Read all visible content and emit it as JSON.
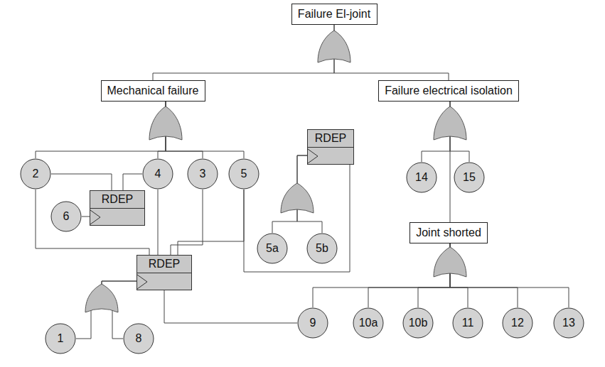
{
  "diagram": {
    "nodes": [
      {
        "text": [
          "Failure El-joint"
        ]
      },
      {
        "text": [
          "Mechanical failure"
        ]
      },
      {
        "text": [
          "Failure electrical isolation"
        ]
      },
      {
        "text": [
          "2"
        ]
      },
      {
        "text": [
          "4"
        ]
      },
      {
        "text": [
          "3"
        ]
      },
      {
        "text": [
          "5"
        ]
      },
      {
        "text": [
          "RDEP"
        ]
      },
      {
        "text": [
          "14"
        ]
      },
      {
        "text": [
          "15"
        ]
      },
      {
        "text": [
          "RDEP"
        ]
      },
      {
        "text": [
          "6"
        ]
      },
      {
        "text": [
          "Joint shorted"
        ]
      },
      {
        "text": [
          "5a"
        ]
      },
      {
        "text": [
          "5b"
        ]
      },
      {
        "text": [
          "RDEP"
        ]
      },
      {
        "text": [
          "9"
        ]
      },
      {
        "text": [
          "10a"
        ]
      },
      {
        "text": [
          "10b"
        ]
      },
      {
        "text": [
          "11"
        ]
      },
      {
        "text": [
          "12"
        ]
      },
      {
        "text": [
          "13"
        ]
      },
      {
        "text": [
          "1"
        ]
      },
      {
        "text": [
          "8"
        ]
      }
    ],
    "edges": [
      {
        "from": 0,
        "to": 1,
        "arrow": "none"
      },
      {
        "from": 0,
        "to": 2,
        "arrow": "none"
      },
      {
        "from": 1,
        "to": 3,
        "arrow": "none"
      },
      {
        "from": 1,
        "to": 4,
        "arrow": "none"
      },
      {
        "from": 1,
        "to": 5,
        "arrow": "none"
      },
      {
        "from": 1,
        "to": 6,
        "arrow": "none"
      },
      {
        "from": 2,
        "to": 8,
        "arrow": "none"
      },
      {
        "from": 2,
        "to": 9,
        "arrow": "none"
      },
      {
        "from": 2,
        "to": 12,
        "arrow": "none"
      },
      {
        "from": 12,
        "to": 16,
        "arrow": "none"
      },
      {
        "from": 12,
        "to": 17,
        "arrow": "none"
      },
      {
        "from": 12,
        "to": 18,
        "arrow": "none"
      },
      {
        "from": 12,
        "to": 19,
        "arrow": "none"
      },
      {
        "from": 12,
        "to": 20,
        "arrow": "none"
      },
      {
        "from": 12,
        "to": 21,
        "arrow": "none"
      },
      {
        "from": 11,
        "to": 10,
        "arrow": "none"
      },
      {
        "from": 10,
        "to": 3,
        "arrow": "none"
      },
      {
        "from": 10,
        "to": 4,
        "arrow": "none"
      },
      {
        "from": 13,
        "to": 7,
        "arrow": "none"
      },
      {
        "from": 14,
        "to": 7,
        "arrow": "none"
      },
      {
        "from": 7,
        "to": 6,
        "arrow": "none"
      },
      {
        "from": 22,
        "to": 15,
        "arrow": "none"
      },
      {
        "from": 23,
        "to": 15,
        "arrow": "none"
      },
      {
        "from": 15,
        "to": 3,
        "arrow": "none"
      },
      {
        "from": 15,
        "to": 4,
        "arrow": "none"
      },
      {
        "from": 15,
        "to": 5,
        "arrow": "none"
      },
      {
        "from": 15,
        "to": 6,
        "arrow": "none"
      },
      {
        "from": 15,
        "to": 16,
        "arrow": "none"
      }
    ]
  }
}
